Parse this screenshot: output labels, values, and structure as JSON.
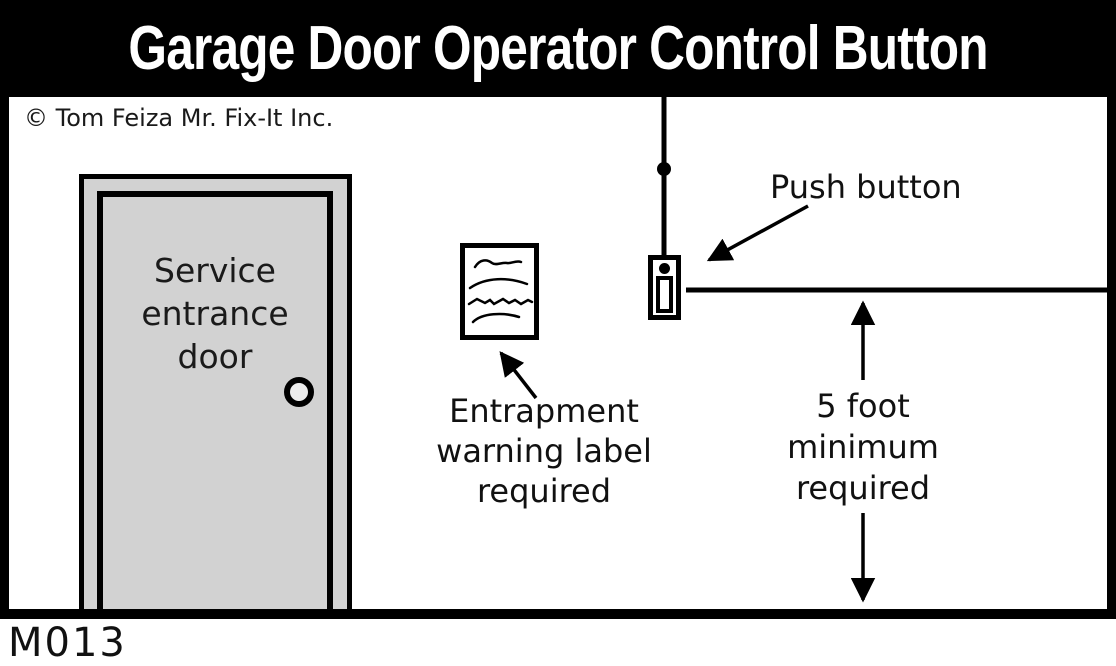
{
  "header": {
    "title": "Garage Door Operator Control Button"
  },
  "copyright": "© Tom Feiza Mr. Fix-It Inc.",
  "figure_id": "M013",
  "door": {
    "label_lines": [
      "Service",
      "entrance",
      "door"
    ]
  },
  "entrapment": {
    "label_lines": [
      "Entrapment",
      "warning label",
      "required"
    ]
  },
  "push_button": {
    "label": "Push button"
  },
  "clearance": {
    "label_lines": [
      "5 foot",
      "minimum",
      "required"
    ]
  },
  "icons": {
    "warning_label": "document-with-squiggle-text-icon",
    "push_button": "wall-mounted-push-button-icon",
    "door_knob": "round-door-knob-icon"
  },
  "colors": {
    "header_bg": "#000000",
    "header_text": "#ffffff",
    "line": "#000000",
    "background": "#ffffff",
    "door_fill": "#d2d2d2",
    "knob_fill": "#ececec"
  }
}
